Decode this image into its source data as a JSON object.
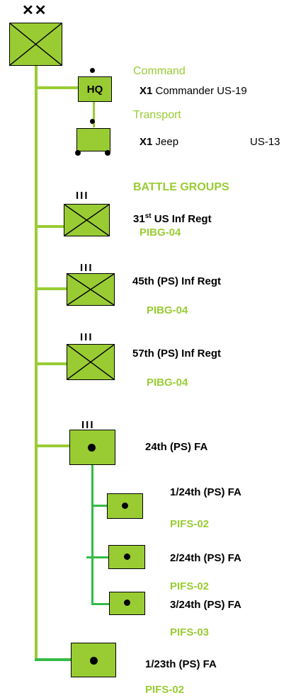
{
  "division": {
    "echelon": "✕✕"
  },
  "hq": {
    "label": "HQ",
    "command_heading": "Command",
    "command_qty": "X1",
    "command_item": "Commander US-19",
    "transport_heading": "Transport",
    "transport_qty": "X1",
    "transport_item": "Jeep",
    "transport_code": "US-13"
  },
  "battle_groups_heading": "BATTLE GROUPS",
  "units": [
    {
      "echelon": "III",
      "name_main": "31",
      "name_sup": "st",
      "name_rest": " US Inf Regt",
      "code": "PIBG-04"
    },
    {
      "echelon": "III",
      "name": "45th (PS) Inf Regt",
      "code": "PIBG-04"
    },
    {
      "echelon": "III",
      "name": "57th (PS) Inf Regt",
      "code": "PIBG-04"
    },
    {
      "echelon": "III",
      "name": "24th (PS) FA"
    },
    {
      "name": "1/24th (PS) FA",
      "code": "PIFS-02"
    },
    {
      "name": "2/24th (PS) FA",
      "code": "PIFS-02"
    },
    {
      "name": "3/24th (PS) FA",
      "code": "PIFS-03"
    },
    {
      "name": "1/23th (PS) FA",
      "code": "PIFS-02"
    }
  ],
  "colors": {
    "unit_fill": "#99cc33",
    "accent_text": "#99cc33",
    "connector_green": "#33bb44"
  }
}
